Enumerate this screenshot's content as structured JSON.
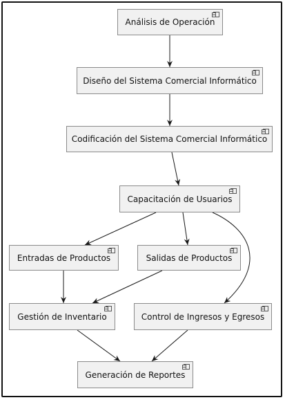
{
  "nodes": {
    "analisis": "Análisis de Operación",
    "diseno": "Diseño del Sistema Comercial Informático",
    "codificacion": "Codificación del Sistema Comercial Informático",
    "capacitacion": "Capacitación de Usuarios",
    "entradas": "Entradas de Productos",
    "salidas": "Salidas de Productos",
    "inventario": "Gestión de Inventario",
    "control": "Control de Ingresos y Egresos",
    "reportes": "Generación de Reportes"
  },
  "colors": {
    "node_fill": "#f1f1f1",
    "node_border": "#8a8a8a",
    "edge": "#181818"
  },
  "node_icon": "component-icon"
}
